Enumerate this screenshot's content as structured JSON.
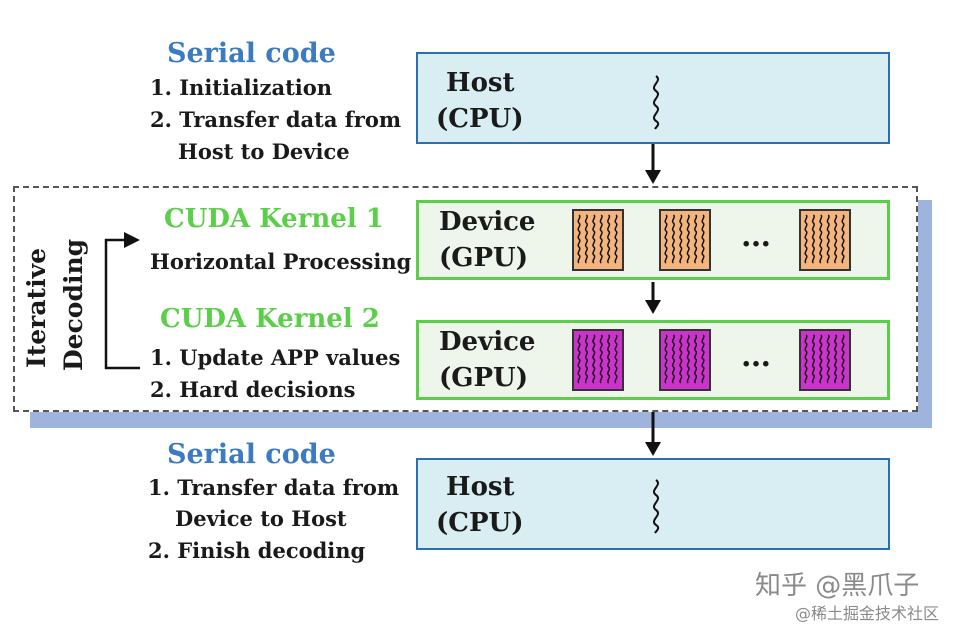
{
  "top_serial": {
    "heading": "Serial code",
    "steps": [
      "1. Initialization",
      "2. Transfer data from",
      "Host to Device"
    ]
  },
  "top_host": {
    "line1": "Host",
    "line2": "(CPU)"
  },
  "loop_label": {
    "line1": "Iterative",
    "line2": "Decoding"
  },
  "kernel1": {
    "heading": "CUDA Kernel 1",
    "steps": [
      "Horizontal Processing"
    ],
    "device": {
      "line1": "Device",
      "line2": "(GPU)"
    },
    "block_color": "#f3b47e",
    "ellipsis": "…"
  },
  "kernel2": {
    "heading": "CUDA Kernel 2",
    "steps": [
      "1. Update APP values",
      "2. Hard decisions"
    ],
    "device": {
      "line1": "Device",
      "line2": "(GPU)"
    },
    "block_color": "#cc33cc",
    "ellipsis": "…"
  },
  "bottom_serial": {
    "heading": "Serial code",
    "steps": [
      "1. Transfer data from",
      "Device to Host",
      "2. Finish decoding"
    ]
  },
  "bottom_host": {
    "line1": "Host",
    "line2": "(CPU)"
  },
  "watermark": {
    "line1": "知乎 @黑爪子",
    "line2": "@稀土掘金技术社区"
  },
  "colors": {
    "serial_heading": "#3c7bbf",
    "kernel_heading": "#5ccf4a",
    "host_fill": "#d9eef2",
    "host_border": "#2c6fb0",
    "device_border": "#5ccf4a"
  }
}
